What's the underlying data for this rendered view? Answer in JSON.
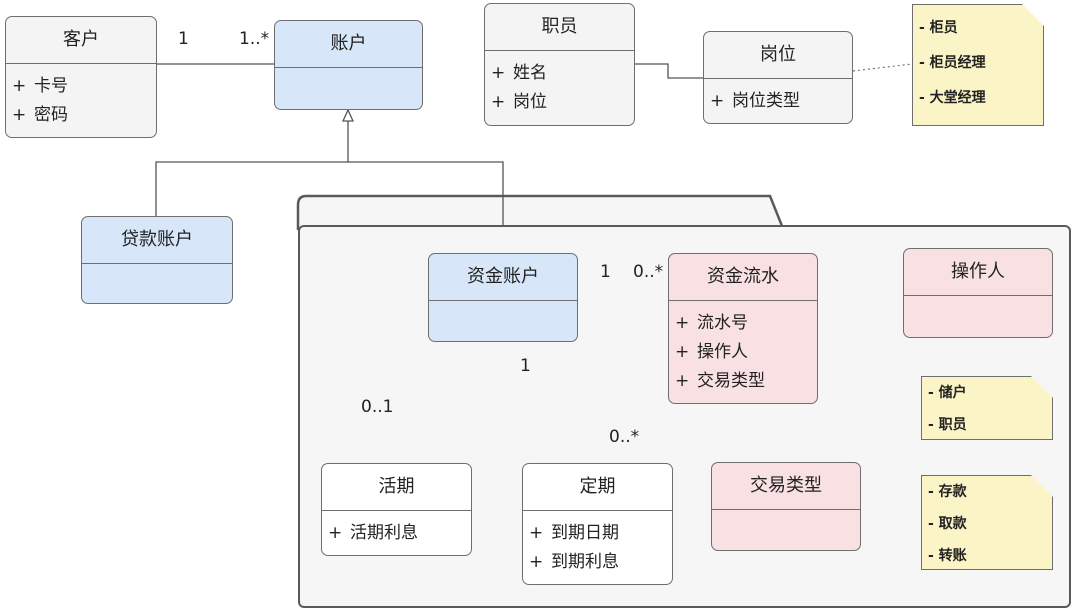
{
  "classes": {
    "customer": {
      "name": "客户",
      "attrs": [
        {
          "sign": "+",
          "text": "卡号"
        },
        {
          "sign": "+",
          "text": "密码"
        }
      ]
    },
    "account": {
      "name": "账户"
    },
    "loan_account": {
      "name": "贷款账户"
    },
    "staff": {
      "name": "职员",
      "attrs": [
        {
          "sign": "+",
          "text": "姓名"
        },
        {
          "sign": "+",
          "text": "岗位"
        }
      ]
    },
    "position": {
      "name": "岗位",
      "attrs": [
        {
          "sign": "+",
          "text": "岗位类型"
        }
      ]
    },
    "fund_account": {
      "name": "资金账户"
    },
    "fund_flow": {
      "name": "资金流水",
      "attrs": [
        {
          "sign": "+",
          "text": "流水号"
        },
        {
          "sign": "+",
          "text": "操作人"
        },
        {
          "sign": "+",
          "text": "交易类型"
        }
      ]
    },
    "operator": {
      "name": "操作人"
    },
    "demand": {
      "name": "活期",
      "attrs": [
        {
          "sign": "+",
          "text": "活期利息"
        }
      ]
    },
    "fixed": {
      "name": "定期",
      "attrs": [
        {
          "sign": "+",
          "text": "到期日期"
        },
        {
          "sign": "+",
          "text": "到期利息"
        }
      ]
    },
    "trade_type": {
      "name": "交易类型"
    }
  },
  "notes": {
    "position_types": [
      "- 柜员",
      "- 柜员经理",
      "- 大堂经理"
    ],
    "operator_types": [
      "- 储户",
      "- 职员"
    ],
    "trade_types": [
      "- 存款",
      "- 取款",
      "- 转账"
    ]
  },
  "multiplicities": {
    "customer_side": "1",
    "account_side": "1..*",
    "fund_account_to_flow": "1",
    "flow_side": "0..*",
    "composition_whole": "1",
    "demand_side": "0..1",
    "fixed_side": "0..*"
  }
}
